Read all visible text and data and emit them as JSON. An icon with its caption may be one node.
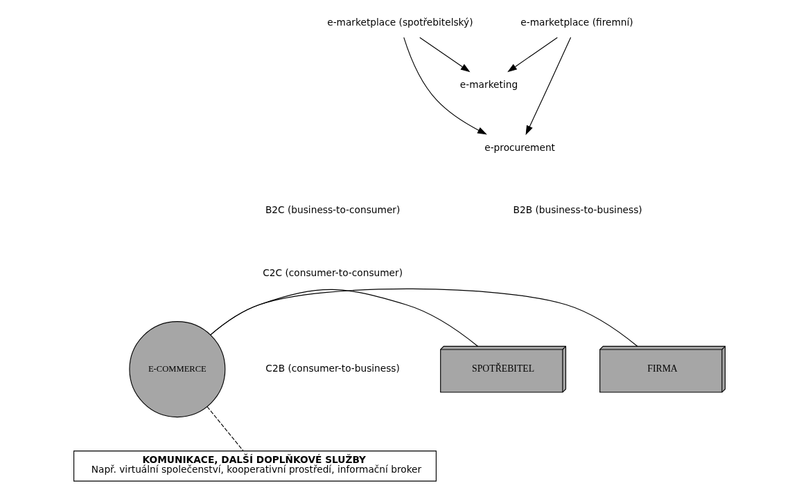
{
  "diagram": {
    "nodes": [
      {
        "text": [
          "E-COMMERCE"
        ]
      },
      {
        "text": [
          "FIRMA"
        ]
      },
      {
        "text": [
          "SPOTŘEBITEL"
        ]
      },
      {
        "text": [
          "e-marketplace (firemní)"
        ]
      },
      {
        "text": [
          "e-marketplace (spotřebitelský)"
        ]
      },
      {
        "text": [
          "e-marketing"
        ]
      },
      {
        "text": [
          "e-procurement"
        ]
      },
      {
        "text": [
          "KOMUNIKACE, DALŠÍ DOPLŇKOVÉ SLUŽBY",
          "Např. virtuální společenství, kooperativní prostředí, informační broker"
        ]
      }
    ],
    "edges": [
      {
        "from": 1,
        "to": 0,
        "arrow": "none"
      },
      {
        "from": 0,
        "to": 2,
        "arrow": "none"
      },
      {
        "from": 3,
        "to": 5,
        "arrow": "to"
      },
      {
        "from": 3,
        "to": 6,
        "arrow": "to"
      },
      {
        "from": 4,
        "to": 5,
        "arrow": "to"
      },
      {
        "from": 4,
        "to": 6,
        "arrow": "to"
      },
      {
        "from": 0,
        "to": 7,
        "arrow": "none",
        "style": "dashed"
      }
    ],
    "labels": [
      "B2B (business-to-business)",
      "B2C (business-to-consumer)",
      "C2C (consumer-to-consumer)",
      "C2B (consumer-to-business)"
    ]
  }
}
